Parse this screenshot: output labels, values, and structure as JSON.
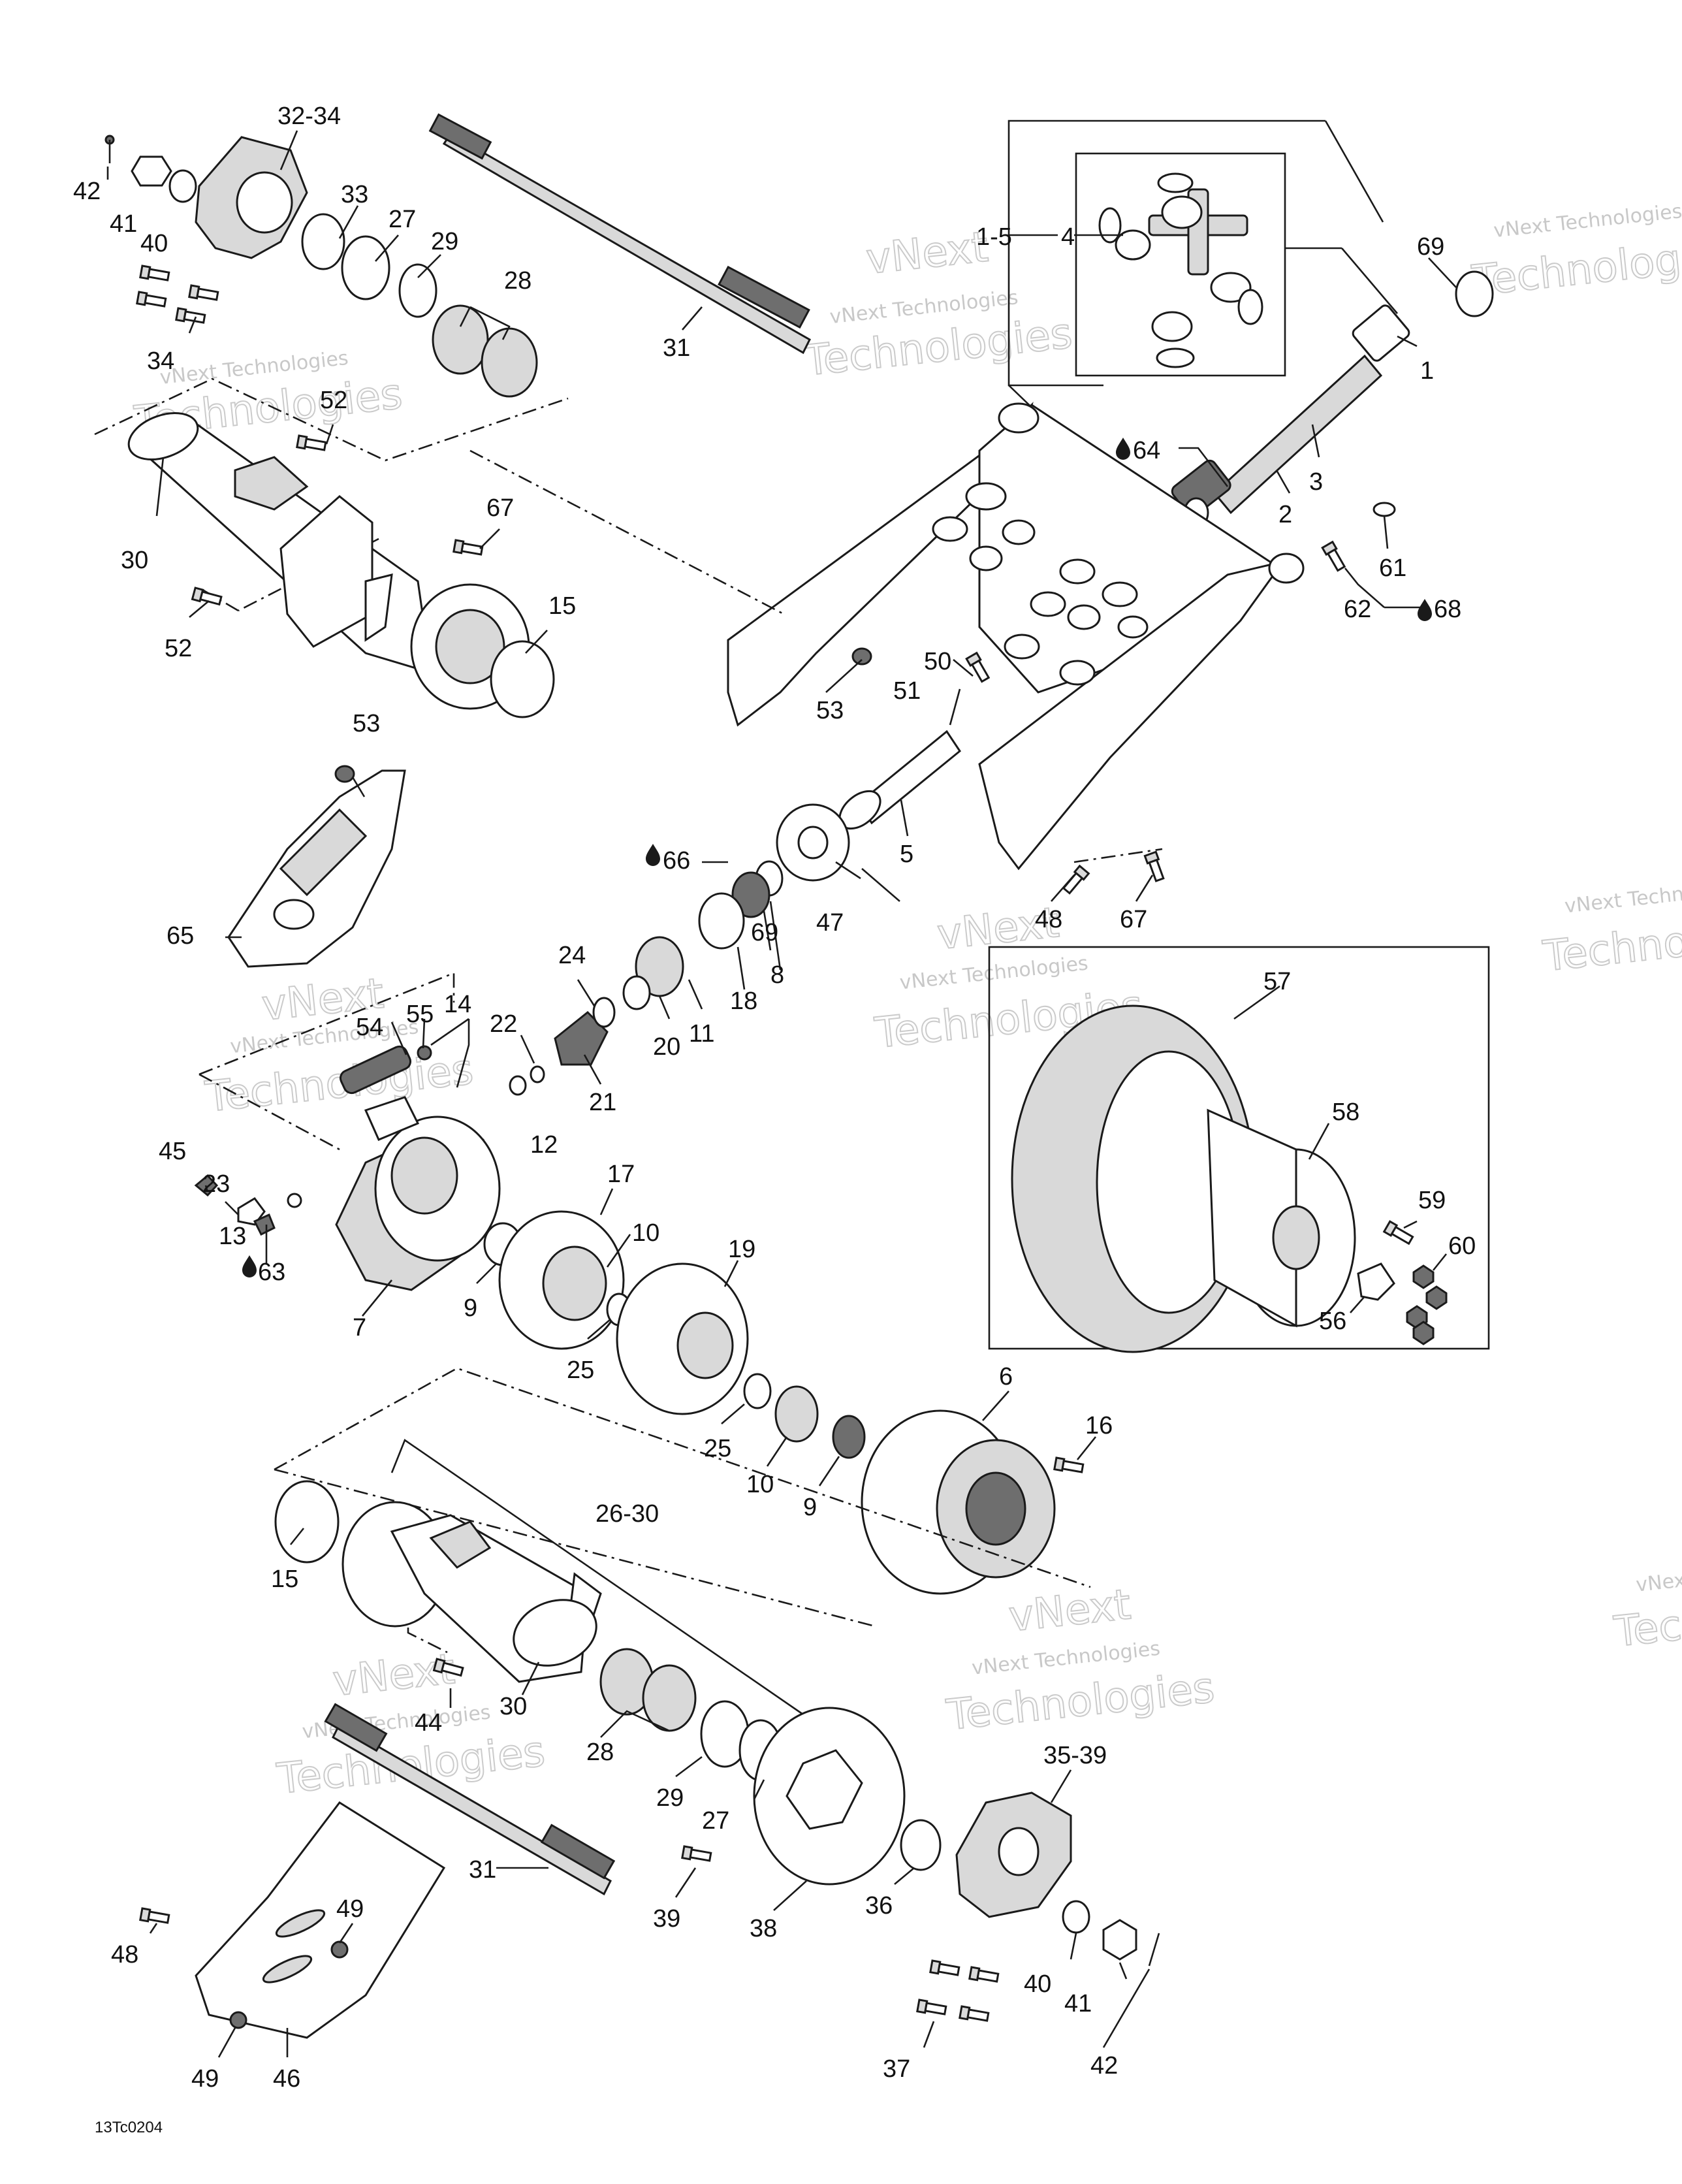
{
  "diagram_code": "13Tc0204",
  "watermark": {
    "line1": "vNext Technologies",
    "line2": "vNext",
    "line3": "Technologies"
  },
  "callouts": {
    "p1": "1",
    "p1_5": "1-5",
    "p2": "2",
    "p3": "3",
    "p4": "4",
    "p5": "5",
    "p6": "6",
    "p7": "7",
    "p8": "8",
    "p9a": "9",
    "p9b": "9",
    "p10a": "10",
    "p10b": "10",
    "p11": "11",
    "p12": "12",
    "p13": "13",
    "p14": "14",
    "p15a": "15",
    "p15b": "15",
    "p16": "16",
    "p17": "17",
    "p18": "18",
    "p19": "19",
    "p20": "20",
    "p21": "21",
    "p22": "22",
    "p23": "23",
    "p24": "24",
    "p25a": "25",
    "p25b": "25",
    "p26_30": "26-30",
    "p27a": "27",
    "p27b": "27",
    "p28a": "28",
    "p28b": "28",
    "p29a": "29",
    "p29b": "29",
    "p30a": "30",
    "p30b": "30",
    "p31a": "31",
    "p31b": "31",
    "p32_34": "32-34",
    "p33": "33",
    "p34": "34",
    "p35_39": "35-39",
    "p36": "36",
    "p37": "37",
    "p38": "38",
    "p39": "39",
    "p40a": "40",
    "p40b": "40",
    "p41a": "41",
    "p41b": "41",
    "p42a": "42",
    "p42b": "42",
    "p44": "44",
    "p45": "45",
    "p46": "46",
    "p47": "47",
    "p48a": "48",
    "p48b": "48",
    "p49a": "49",
    "p49b": "49",
    "p50": "50",
    "p51": "51",
    "p52a": "52",
    "p52b": "52",
    "p53a": "53",
    "p53b": "53",
    "p54": "54",
    "p55": "55",
    "p56": "56",
    "p57": "57",
    "p58": "58",
    "p59": "59",
    "p60": "60",
    "p61": "61",
    "p62": "62",
    "p63": "63",
    "p64": "64",
    "p65": "65",
    "p66": "66",
    "p67a": "67",
    "p67b": "67",
    "p68": "68",
    "p69a": "69",
    "p69b": "69"
  }
}
